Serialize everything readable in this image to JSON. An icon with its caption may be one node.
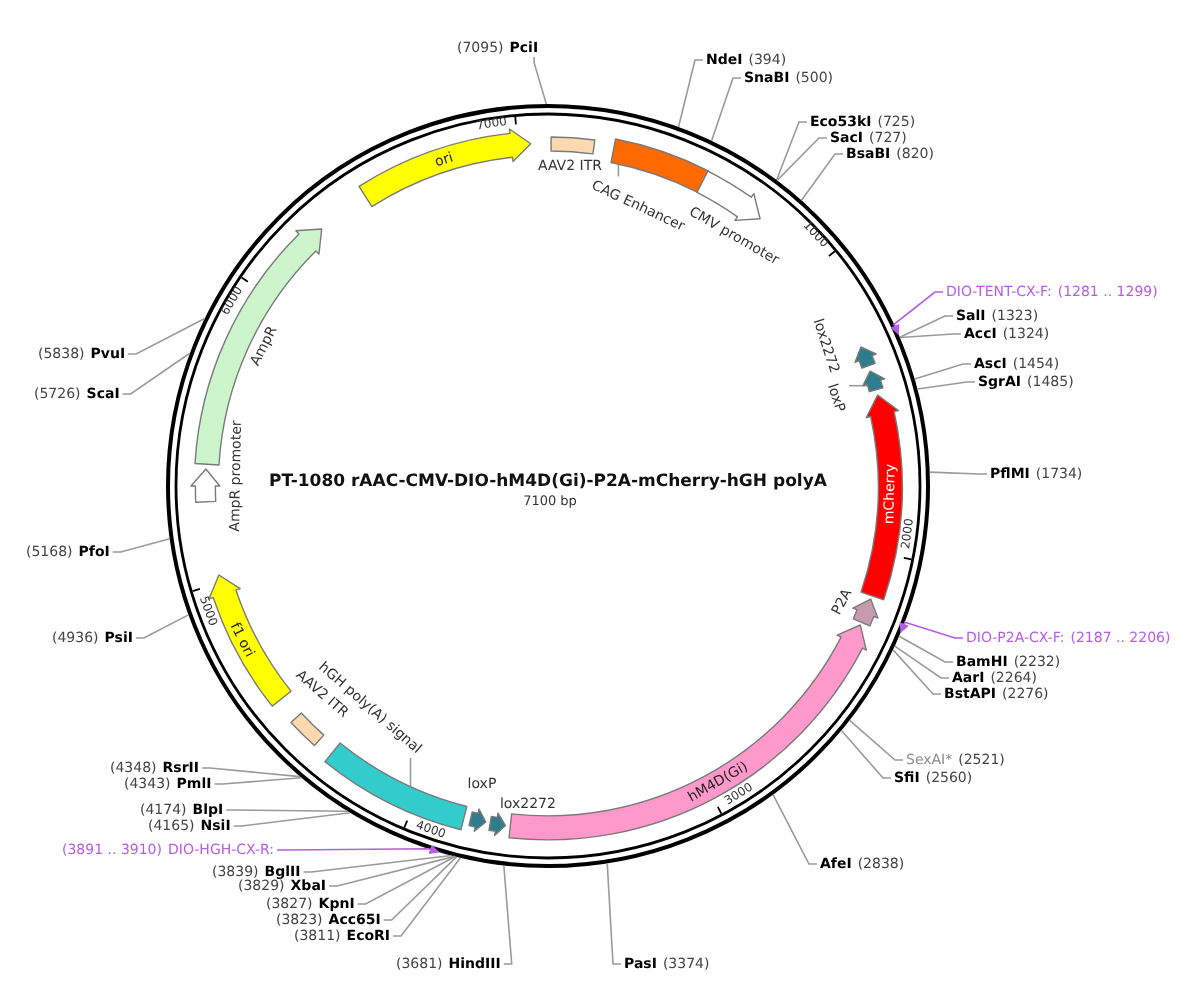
{
  "diagram": {
    "title": "PT-1080 rAAC-CMV-DIO-hM4D(Gi)-P2A-mCherry-hGH polyA",
    "nodes": [
      {
        "text": [],
        "shape": "circle"
      },
      {
        "text": [
          "(7095)",
          "PciI"
        ]
      },
      {
        "text": [
          "NdeI",
          "(394)"
        ]
      },
      {
        "text": [
          "SnaBI",
          "(500)"
        ]
      },
      {
        "text": [
          "Eco53kI",
          "(725)"
        ]
      },
      {
        "text": [
          "SacI",
          "(727)"
        ]
      },
      {
        "text": [
          "BsaBI",
          "(820)"
        ]
      },
      {
        "text": [
          "DIO-TENT-CX-F:",
          "(1281 .. 1299)"
        ]
      },
      {
        "text": [
          "SalI",
          "(1323)"
        ]
      },
      {
        "text": [
          "AccI",
          "(1324)"
        ]
      },
      {
        "text": [
          "AscI",
          "(1454)"
        ]
      },
      {
        "text": [
          "SgrAI",
          "(1485)"
        ]
      },
      {
        "text": [
          "PflMI",
          "(1734)"
        ]
      },
      {
        "text": [
          "DIO-P2A-CX-F:",
          "(2187 .. 2206)"
        ]
      },
      {
        "text": [
          "BamHI",
          "(2232)"
        ]
      },
      {
        "text": [
          "AarI",
          "(2264)"
        ]
      },
      {
        "text": [
          "BstAPI",
          "(2276)"
        ]
      },
      {
        "text": [
          "SexAI*",
          "(2521)"
        ]
      },
      {
        "text": [
          "SfiI",
          "(2560)"
        ]
      },
      {
        "text": [
          "AfeI",
          "(2838)"
        ]
      },
      {
        "text": [
          "PasI",
          "(3374)"
        ]
      },
      {
        "text": [
          "(3681)",
          "HindIII"
        ]
      },
      {
        "text": [
          "(3811)",
          "EcoRI"
        ]
      },
      {
        "text": [
          "(3823)",
          "Acc65I"
        ]
      },
      {
        "text": [
          "(3827)",
          "KpnI"
        ]
      },
      {
        "text": [
          "(3829)",
          "XbaI"
        ]
      },
      {
        "text": [
          "(3839)",
          "BglII"
        ]
      },
      {
        "text": [
          "(3891 .. 3910)",
          "DIO-HGH-CX-R:"
        ]
      },
      {
        "text": [
          "(4165)",
          "NsiI"
        ]
      },
      {
        "text": [
          "(4174)",
          "BlpI"
        ]
      },
      {
        "text": [
          "(4343)",
          "PmlI"
        ]
      },
      {
        "text": [
          "(4348)",
          "RsrII"
        ]
      },
      {
        "text": [
          "(4936)",
          "PsiI"
        ]
      },
      {
        "text": [
          "(5168)",
          "PfoI"
        ]
      },
      {
        "text": [
          "(5726)",
          "ScaI"
        ]
      },
      {
        "text": [
          "(5838)",
          "PvuI"
        ]
      },
      {
        "text": [
          "AAV2 ITR"
        ],
        "in": 0
      },
      {
        "text": [],
        "shape": "box",
        "in": 0
      },
      {
        "text": [
          "CAG Enhancer"
        ],
        "in": 0
      },
      {
        "text": [
          "CMV promoter"
        ],
        "in": 0
      },
      {
        "text": [
          "lox2272"
        ],
        "in": 0
      },
      {
        "text": [],
        "shape": "arrow",
        "in": 0
      },
      {
        "text": [
          "loxP"
        ],
        "in": 0
      },
      {
        "text": [
          "mCherry"
        ],
        "in": 0
      },
      {
        "text": [
          "P2A"
        ],
        "in": 0
      },
      {
        "text": [
          "hM4D(Gi)"
        ],
        "in": 0
      },
      {
        "text": [
          "lox2272"
        ],
        "in": 0
      },
      {
        "text": [
          "loxP"
        ],
        "in": 0
      },
      {
        "text": [],
        "shape": "box",
        "in": 0
      },
      {
        "text": [
          "hGH poly(A) signal"
        ],
        "in": 0
      },
      {
        "text": [
          "AAV2 ITR"
        ],
        "in": 0
      },
      {
        "text": [
          "f1 ori"
        ],
        "in": 0
      },
      {
        "text": [
          "AmpR promoter"
        ],
        "in": 0
      },
      {
        "text": [
          "AmpR"
        ],
        "in": 0
      },
      {
        "text": [
          "ori"
        ],
        "in": 0
      }
    ],
    "edges": [
      {
        "from": 1,
        "to": 0,
        "arrow": "none"
      },
      {
        "from": 2,
        "to": 0,
        "arrow": "none"
      },
      {
        "from": 3,
        "to": 0,
        "arrow": "none"
      },
      {
        "from": 4,
        "to": 0,
        "arrow": "none"
      },
      {
        "from": 5,
        "to": 0,
        "arrow": "none"
      },
      {
        "from": 6,
        "to": 0,
        "arrow": "none"
      },
      {
        "from": 7,
        "to": 0,
        "arrow": "to",
        "color": "#b65ce8"
      },
      {
        "from": 8,
        "to": 0,
        "arrow": "none"
      },
      {
        "from": 9,
        "to": 0,
        "arrow": "none"
      },
      {
        "from": 10,
        "to": 0,
        "arrow": "none"
      },
      {
        "from": 11,
        "to": 0,
        "arrow": "none"
      },
      {
        "from": 12,
        "to": 0,
        "arrow": "none"
      },
      {
        "from": 13,
        "to": 0,
        "arrow": "to",
        "color": "#b65ce8"
      },
      {
        "from": 14,
        "to": 0,
        "arrow": "none"
      },
      {
        "from": 15,
        "to": 0,
        "arrow": "none"
      },
      {
        "from": 16,
        "to": 0,
        "arrow": "none"
      },
      {
        "from": 17,
        "to": 0,
        "arrow": "none"
      },
      {
        "from": 18,
        "to": 0,
        "arrow": "none"
      },
      {
        "from": 19,
        "to": 0,
        "arrow": "none"
      },
      {
        "from": 20,
        "to": 0,
        "arrow": "none"
      },
      {
        "from": 21,
        "to": 0,
        "arrow": "none"
      },
      {
        "from": 22,
        "to": 0,
        "arrow": "none"
      },
      {
        "from": 23,
        "to": 0,
        "arrow": "none"
      },
      {
        "from": 24,
        "to": 0,
        "arrow": "none"
      },
      {
        "from": 25,
        "to": 0,
        "arrow": "none"
      },
      {
        "from": 26,
        "to": 0,
        "arrow": "none"
      },
      {
        "from": 27,
        "to": 0,
        "arrow": "to",
        "color": "#b65ce8"
      },
      {
        "from": 28,
        "to": 0,
        "arrow": "none"
      },
      {
        "from": 29,
        "to": 0,
        "arrow": "none"
      },
      {
        "from": 30,
        "to": 0,
        "arrow": "none"
      },
      {
        "from": 31,
        "to": 0,
        "arrow": "none"
      },
      {
        "from": 32,
        "to": 0,
        "arrow": "none"
      },
      {
        "from": 33,
        "to": 0,
        "arrow": "none"
      },
      {
        "from": 34,
        "to": 0,
        "arrow": "none"
      },
      {
        "from": 35,
        "to": 0,
        "arrow": "none"
      },
      {
        "from": 38,
        "to": 37,
        "arrow": "none"
      },
      {
        "from": 42,
        "to": 41,
        "arrow": "none"
      },
      {
        "from": 49,
        "to": 48,
        "arrow": "none"
      }
    ],
    "labels": [
      "1000",
      "2000",
      "3000",
      "4000",
      "5000",
      "6000",
      "7000",
      "7100 bp"
    ]
  }
}
